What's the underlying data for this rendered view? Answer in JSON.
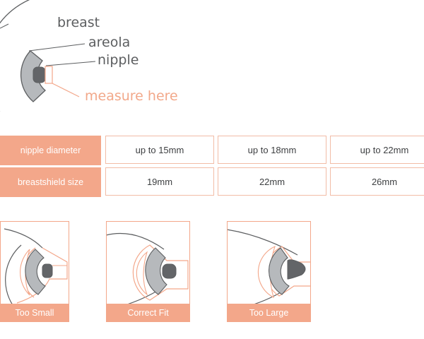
{
  "anatomy": {
    "labels": {
      "breast": "breast",
      "areola": "areola",
      "nipple": "nipple",
      "measure": "measure here"
    }
  },
  "table": {
    "row_headers": [
      "nipple diameter",
      "breastshield size"
    ],
    "nipple_diameter": [
      "up to 15mm",
      "up to 18mm",
      "up to 22mm"
    ],
    "breastshield_size": [
      "19mm",
      "22mm",
      "26mm"
    ]
  },
  "fits": [
    {
      "label": "Too Small"
    },
    {
      "label": "Correct Fit"
    },
    {
      "label": "Too Large"
    }
  ],
  "colors": {
    "accent": "#f3a78a",
    "outline": "#5c5e60",
    "areola": "#b6b9bc",
    "nipple": "#636568"
  }
}
